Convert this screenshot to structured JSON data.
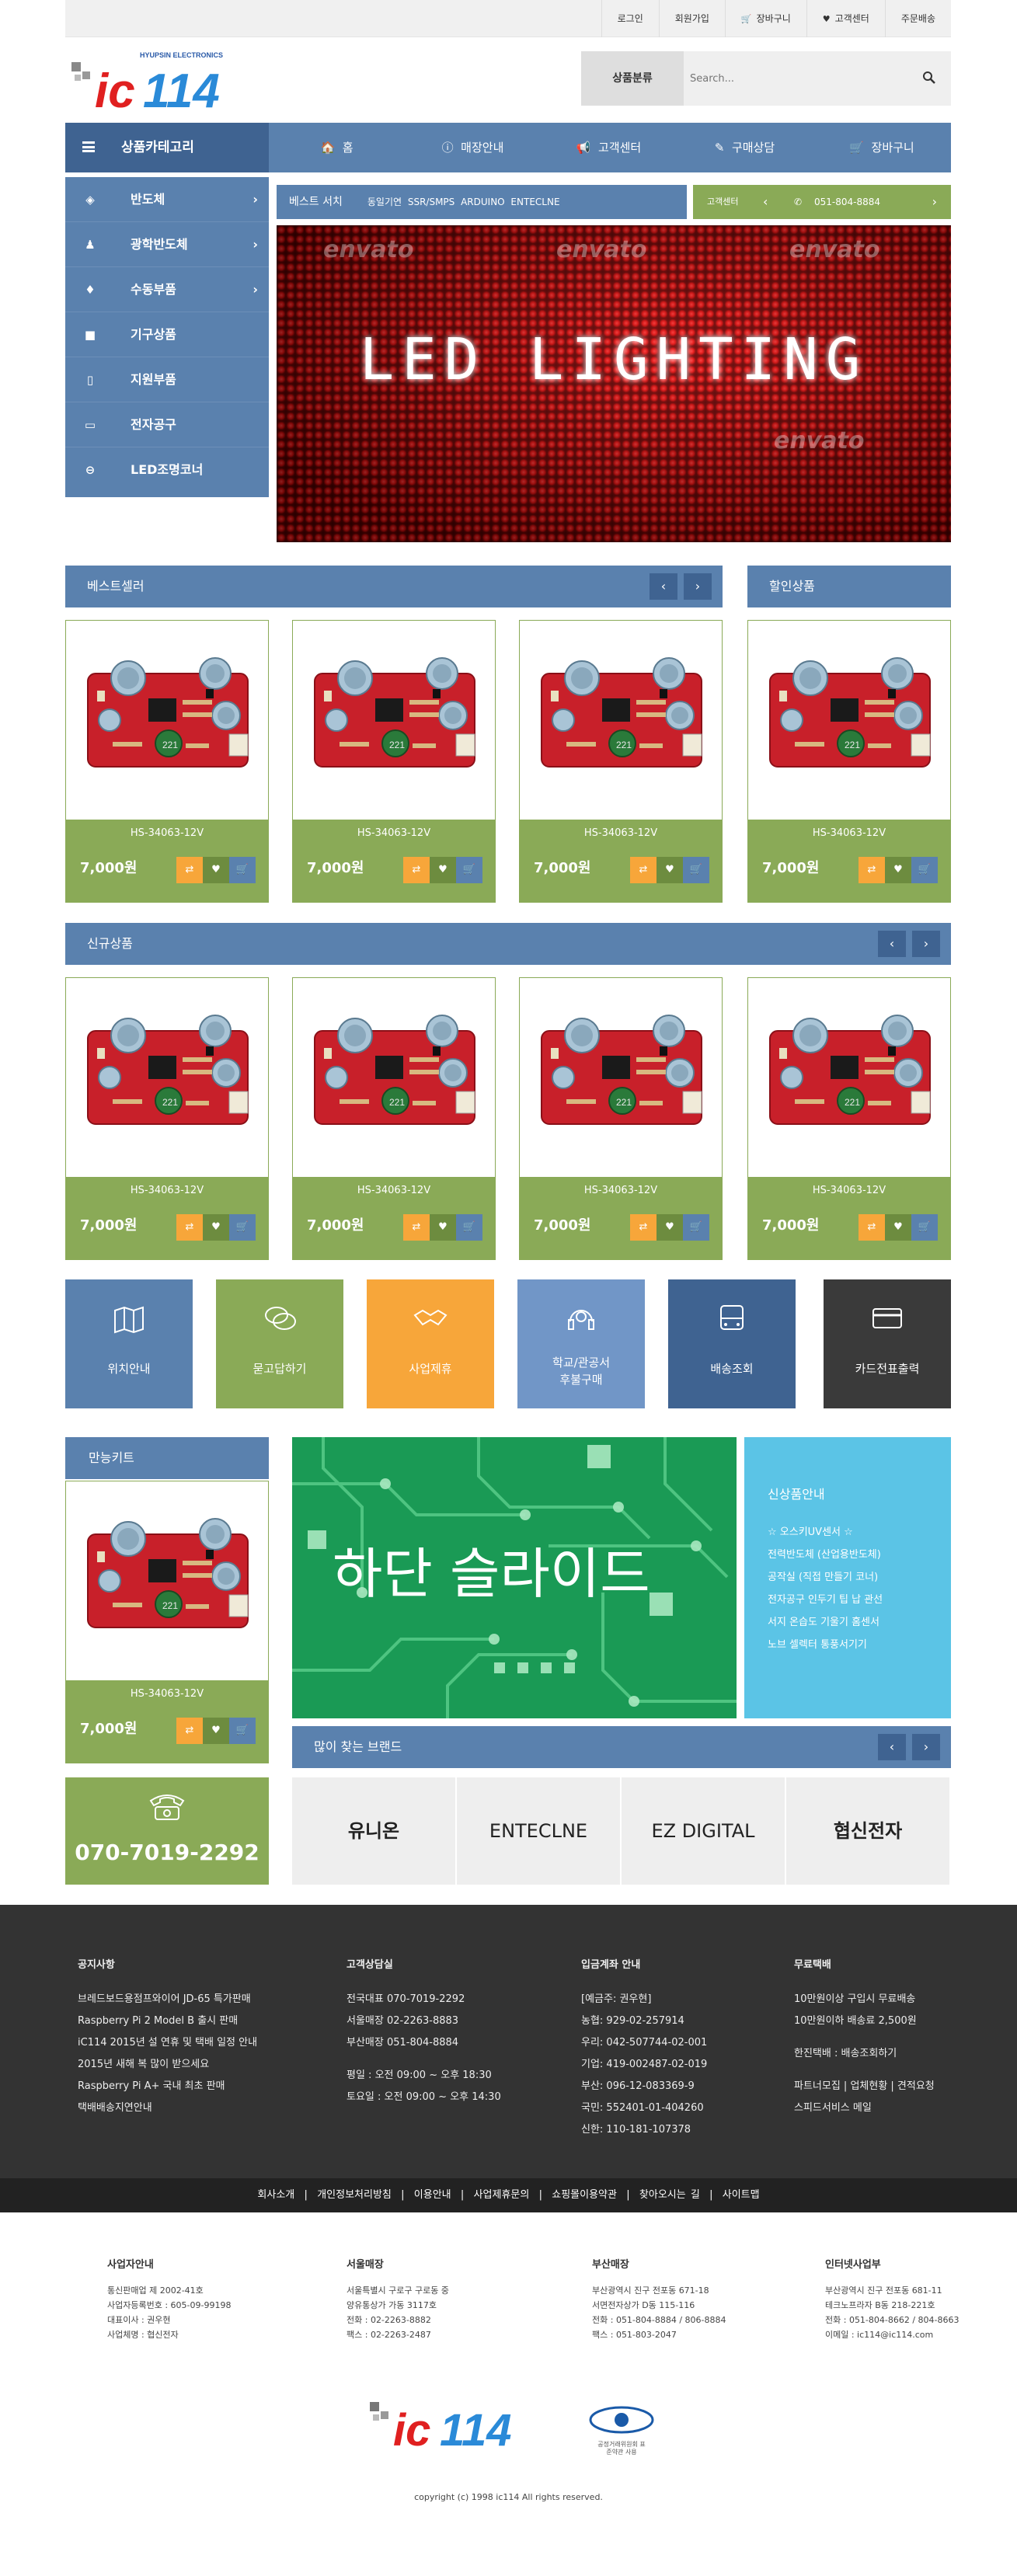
{
  "topbar": {
    "links": [
      "로그인",
      "회원가입",
      "장바구니",
      "고객센터",
      "주문배송"
    ]
  },
  "logo": {
    "sub": "HYUPSIN ELECTRONICS",
    "main": "ic114"
  },
  "search": {
    "category": "상품분류",
    "placeholder": "Search..."
  },
  "nav": {
    "category_label": "상품카테고리",
    "items": [
      "홈",
      "매장안내",
      "고객센터",
      "구매상담",
      "장바구니"
    ]
  },
  "side_menu": [
    "반도체",
    "광학반도체",
    "수동부품",
    "기구상품",
    "지원부품",
    "전자공구",
    "LED조명코너"
  ],
  "best_search": {
    "label": "베스트 서치",
    "keywords": "동일기연 SSR/SMPS ARDUINO ENTECLNE"
  },
  "cs": {
    "label": "고객센터",
    "phone": "051-804-8884"
  },
  "banner": {
    "text": "LED LIGHTING",
    "watermark": "envato"
  },
  "sections": {
    "bestseller": "베스트셀러",
    "sale": "할인상품",
    "new": "신규상품",
    "kit": "만능키트",
    "brands": "많이 찾는 브랜드"
  },
  "products": {
    "name": "HS-34063-12V",
    "price": "7,000원"
  },
  "tiles": [
    {
      "label": "위치안내",
      "color": "#5a81ae",
      "icon": "map-icon"
    },
    {
      "label": "묻고답하기",
      "color": "#8aaa57",
      "icon": "chat-icon"
    },
    {
      "label": "사업제휴",
      "color": "#f7a63a",
      "icon": "handshake-icon"
    },
    {
      "label": "학교/관공서\n후불구매",
      "color": "#7196c7",
      "icon": "headset-icon"
    },
    {
      "label": "배송조회",
      "color": "#3f6391",
      "icon": "bus-icon"
    },
    {
      "label": "카드전표출력",
      "color": "#3a3a3a",
      "icon": "card-icon"
    }
  ],
  "phone": "070-7019-2292",
  "slide": {
    "text": "하단 슬라이드"
  },
  "new_info": {
    "title": "신상품안내",
    "items": [
      "☆ 오스키UV센서 ☆",
      "전력반도체 (산업용반도체)",
      "공작실 (직접 만들기 코너)",
      "전자공구 인두기 팁 납 관선",
      "서지 온습도 기울기 홈센서",
      "노브 셀렉터 통풍서기기"
    ]
  },
  "brands": [
    "유니온",
    "ENTECLNE",
    "EZ DIGITAL",
    "협신전자"
  ],
  "footer": {
    "notice": {
      "title": "공지사항",
      "items": [
        "브레드보드용점프와이어 JD-65 특가판매",
        "Raspberry Pi 2 Model B 출시 판매",
        "iC114 2015년 설 연휴 및 택배 일정 안내",
        "2015년 새해 복 많이 받으세요",
        "Raspberry Pi A+ 국내 최초 판매",
        "택배배송지연안내"
      ]
    },
    "consult": {
      "title": "고객상담실",
      "items": [
        "전국대표 070-7019-2292",
        "서울매장 02-2263-8883",
        "부산매장 051-804-8884",
        "",
        "평일 : 오전 09:00 ~ 오후 18:30",
        "토요일 : 오전 09:00 ~ 오후 14:30"
      ]
    },
    "account": {
      "title": "입금계좌 안내",
      "items": [
        "[예금주: 권우현]",
        "농협: 929-02-257914",
        "우리: 042-507744-02-001",
        "기업: 419-002487-02-019",
        "부산: 096-12-083369-9",
        "국민: 552401-01-404260",
        "신한: 110-181-107378"
      ]
    },
    "delivery": {
      "title": "무료택배",
      "items": [
        "10만원이상 구입시 무료배송",
        "10만원이하 배송료 2,500원",
        "",
        "한진택배 : 배송조회하기",
        "",
        "파트너모집 | 업체현황 | 견적요청",
        "스피드서비스 메일"
      ]
    }
  },
  "footer_links": [
    "회사소개",
    "개인정보처리방침",
    "이용안내",
    "사업제휴문의",
    "쇼핑몰이용약관",
    "찾아오시는 길",
    "사이트맵"
  ],
  "info": {
    "biz": {
      "title": "사업자안내",
      "items": [
        "통신판매업 제 2002-41호",
        "사업자등록번호 : 605-09-99198",
        "대표이사 : 권우현",
        "사업체명 : 협신전자"
      ]
    },
    "seoul": {
      "title": "서울매장",
      "items": [
        "서울특별시 구로구 구로동 중",
        "양유통상가 가동 3117호",
        "전화 : 02-2263-8882",
        "팩스 : 02-2263-2487"
      ]
    },
    "busan": {
      "title": "부산매장",
      "items": [
        "부산광역시 진구 전포동 671-18",
        "서면전자상가 D동 115-116",
        "전화 : 051-804-8884 / 806-8884",
        "팩스 : 051-803-2047"
      ]
    },
    "online": {
      "title": "인터넷사업부",
      "items": [
        "부산광역시 진구 전포동 681-11",
        "테크노프라자 B동 218-221호",
        "전화 : 051-804-8662 / 804-8663",
        "이메일 : ic114@ic114.com"
      ]
    }
  },
  "seal": "공정거래위원회 표준약관 사용",
  "copyright": "copyright (c) 1998 ic114 All rights reserved."
}
